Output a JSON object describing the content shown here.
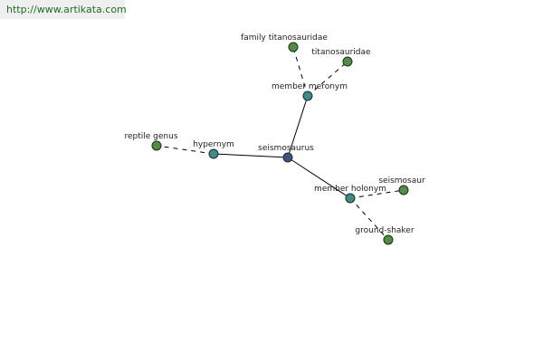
{
  "watermark": "http://www.artikata.com",
  "graph": {
    "nodes": [
      {
        "id": "seismosaurus",
        "label": "seismosaurus",
        "kind": "center"
      },
      {
        "id": "hypernym",
        "label": "hypernym",
        "kind": "relation"
      },
      {
        "id": "member-meronym",
        "label": "member meronym",
        "kind": "relation"
      },
      {
        "id": "member-holonym",
        "label": "member holonym",
        "kind": "relation"
      },
      {
        "id": "reptile-genus",
        "label": "reptile genus",
        "kind": "term"
      },
      {
        "id": "family-titanosauridae",
        "label": "family titanosauridae",
        "kind": "term"
      },
      {
        "id": "titanosauridae",
        "label": "titanosauridae",
        "kind": "term"
      },
      {
        "id": "seismosaur",
        "label": "seismosaur",
        "kind": "term"
      },
      {
        "id": "ground-shaker",
        "label": "ground-shaker",
        "kind": "term"
      }
    ],
    "edges": [
      {
        "from": "seismosaurus",
        "to": "hypernym",
        "style": "solid"
      },
      {
        "from": "seismosaurus",
        "to": "member-meronym",
        "style": "solid"
      },
      {
        "from": "seismosaurus",
        "to": "member-holonym",
        "style": "solid"
      },
      {
        "from": "hypernym",
        "to": "reptile-genus",
        "style": "dashed"
      },
      {
        "from": "member-meronym",
        "to": "family-titanosauridae",
        "style": "dashed"
      },
      {
        "from": "member-meronym",
        "to": "titanosauridae",
        "style": "dashed"
      },
      {
        "from": "member-holonym",
        "to": "seismosaur",
        "style": "dashed"
      },
      {
        "from": "member-holonym",
        "to": "ground-shaker",
        "style": "dashed"
      }
    ]
  },
  "colors": {
    "center": "#3f4f8c",
    "relation": "#3f8a8a",
    "term": "#4f8f3f",
    "node_stroke": "#1e2e1e",
    "watermark_text": "#1f6e1f",
    "watermark_bg": "#efefef"
  }
}
